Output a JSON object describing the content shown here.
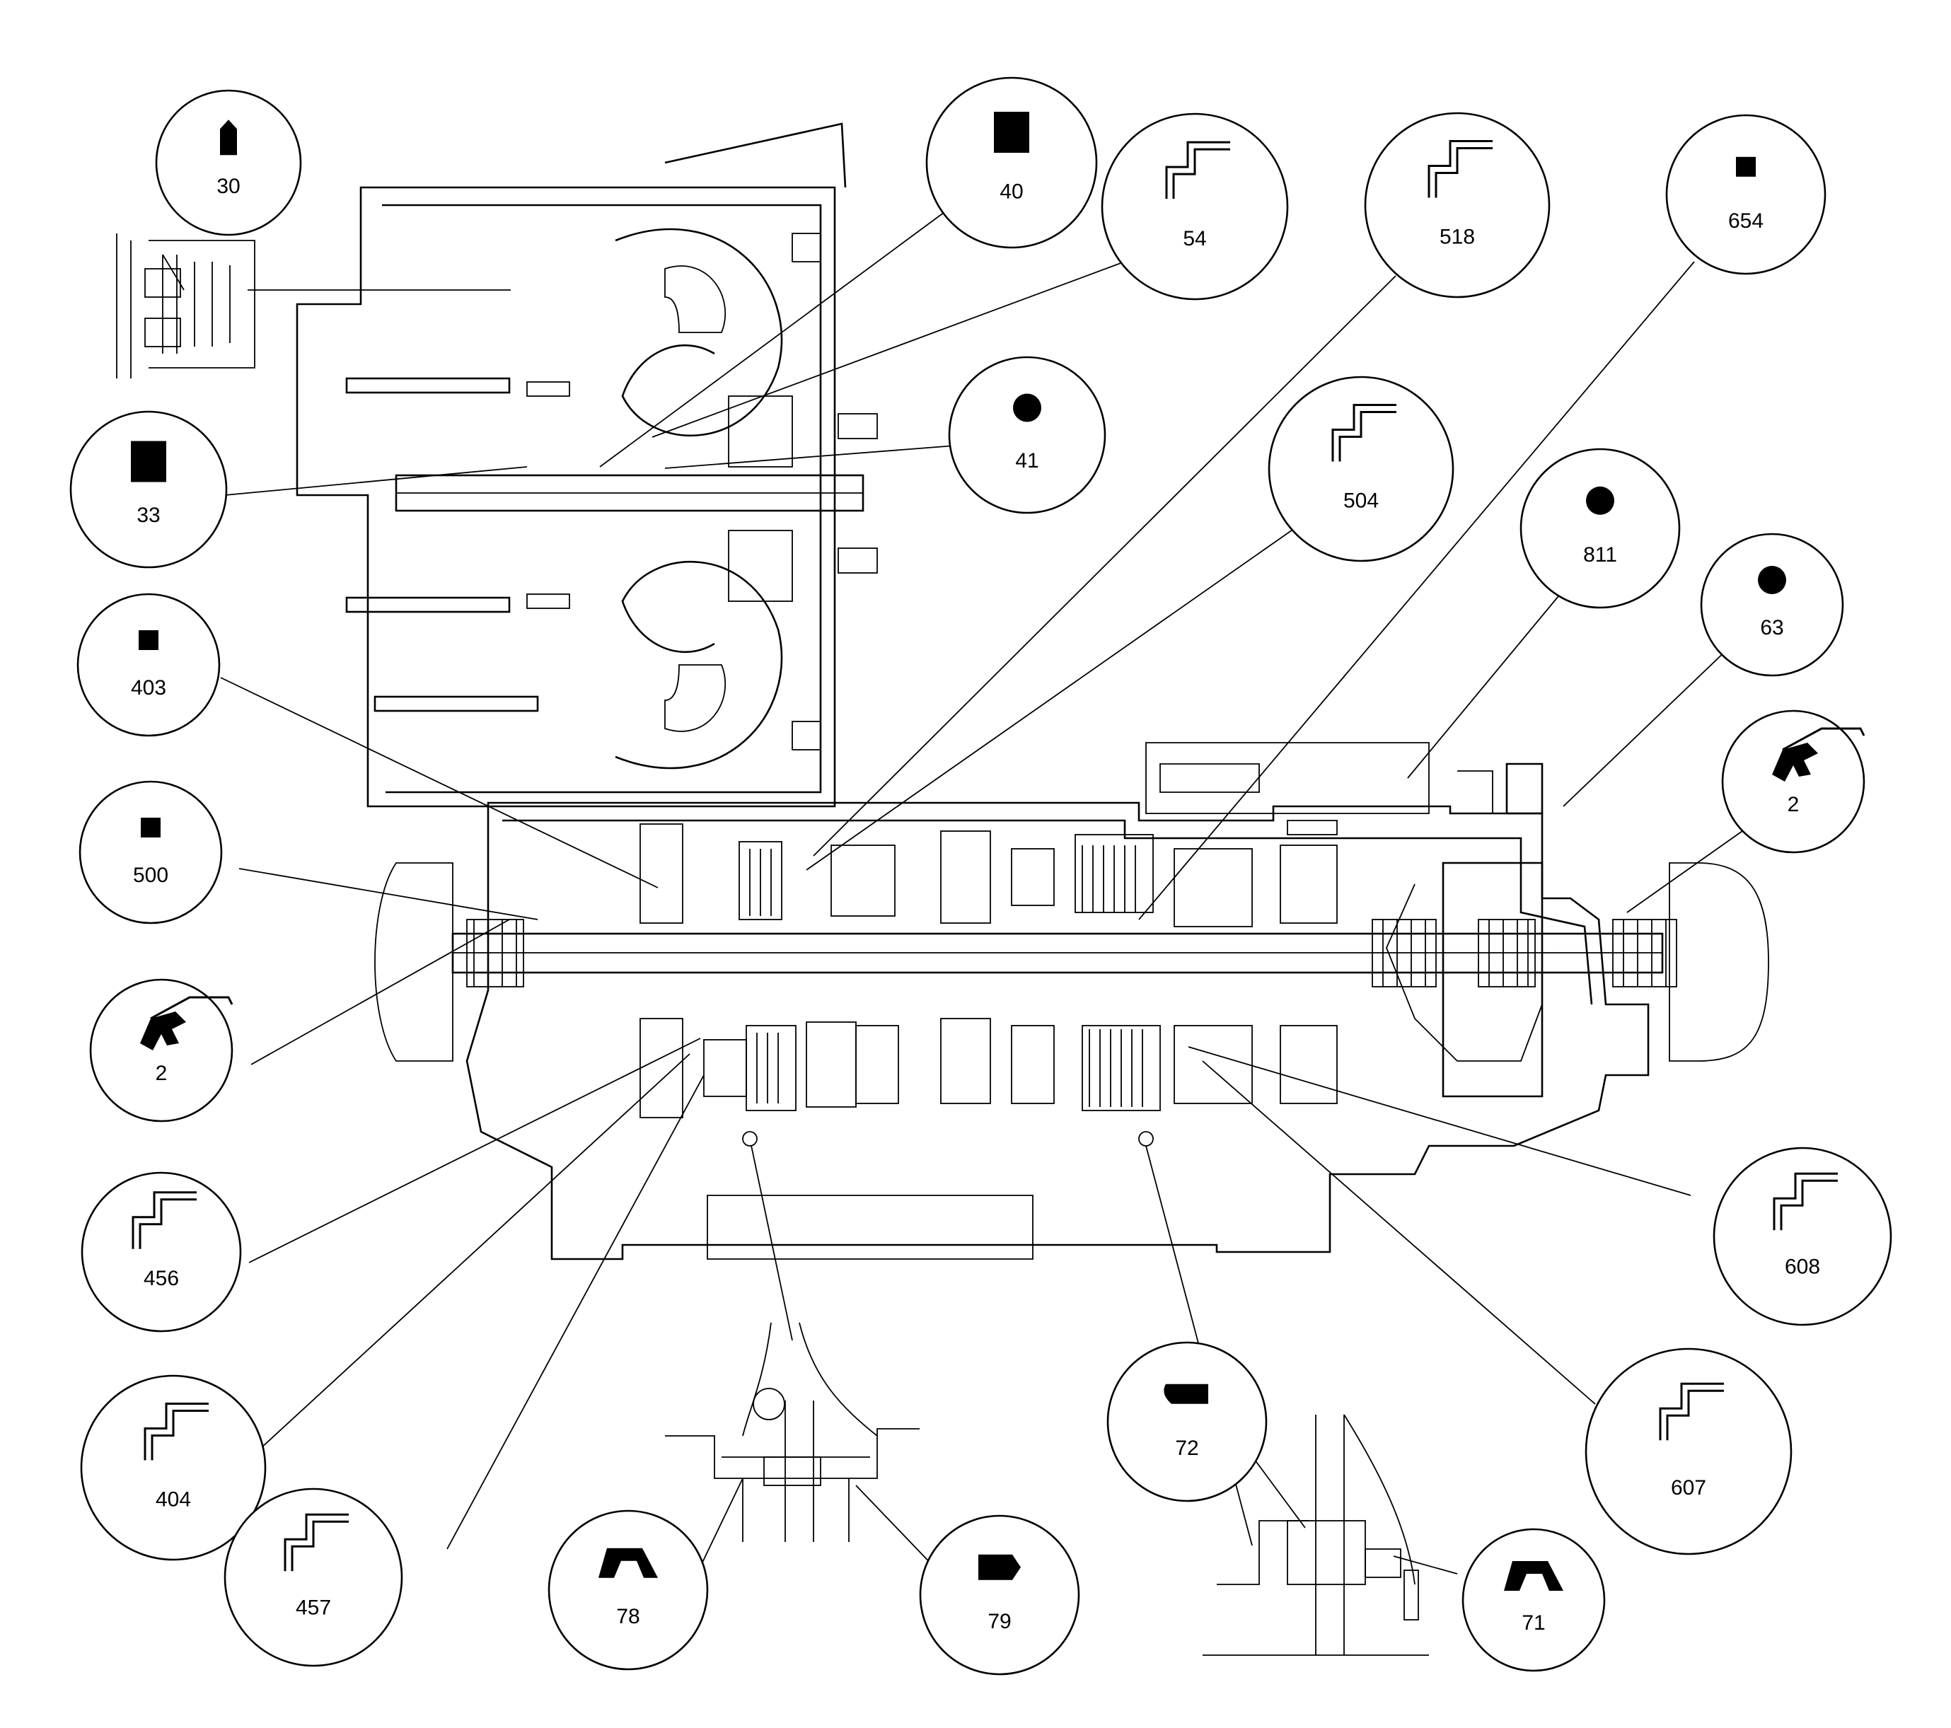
{
  "callouts": [
    {
      "label": "30",
      "symbol": "bullet-tab-icon"
    },
    {
      "label": "40",
      "symbol": "square-large-icon"
    },
    {
      "label": "54",
      "symbol": "seal-profile-icon"
    },
    {
      "label": "518",
      "symbol": "seal-profile-icon"
    },
    {
      "label": "654",
      "symbol": "square-small-icon"
    },
    {
      "label": "41",
      "symbol": "circle-dot-icon"
    },
    {
      "label": "33",
      "symbol": "square-large-icon"
    },
    {
      "label": "504",
      "symbol": "seal-profile-icon"
    },
    {
      "label": "811",
      "symbol": "circle-dot-icon"
    },
    {
      "label": "63",
      "symbol": "circle-dot-icon"
    },
    {
      "label": "403",
      "symbol": "square-small-icon"
    },
    {
      "label": "2",
      "symbol": "lip-seal-icon"
    },
    {
      "label": "500",
      "symbol": "square-small-icon"
    },
    {
      "label": "2",
      "symbol": "lip-seal-icon"
    },
    {
      "label": "608",
      "symbol": "seal-profile-icon"
    },
    {
      "label": "456",
      "symbol": "seal-profile-icon"
    },
    {
      "label": "404",
      "symbol": "seal-profile-icon"
    },
    {
      "label": "607",
      "symbol": "seal-profile-icon"
    },
    {
      "label": "72",
      "symbol": "pill-tab-icon"
    },
    {
      "label": "457",
      "symbol": "seal-profile-icon"
    },
    {
      "label": "78",
      "symbol": "trapezoid-icon"
    },
    {
      "label": "79",
      "symbol": "pentagon-tab-icon"
    },
    {
      "label": "71",
      "symbol": "trapezoid-icon"
    }
  ],
  "colors": {
    "ink": "#000000",
    "paper": "#ffffff"
  }
}
